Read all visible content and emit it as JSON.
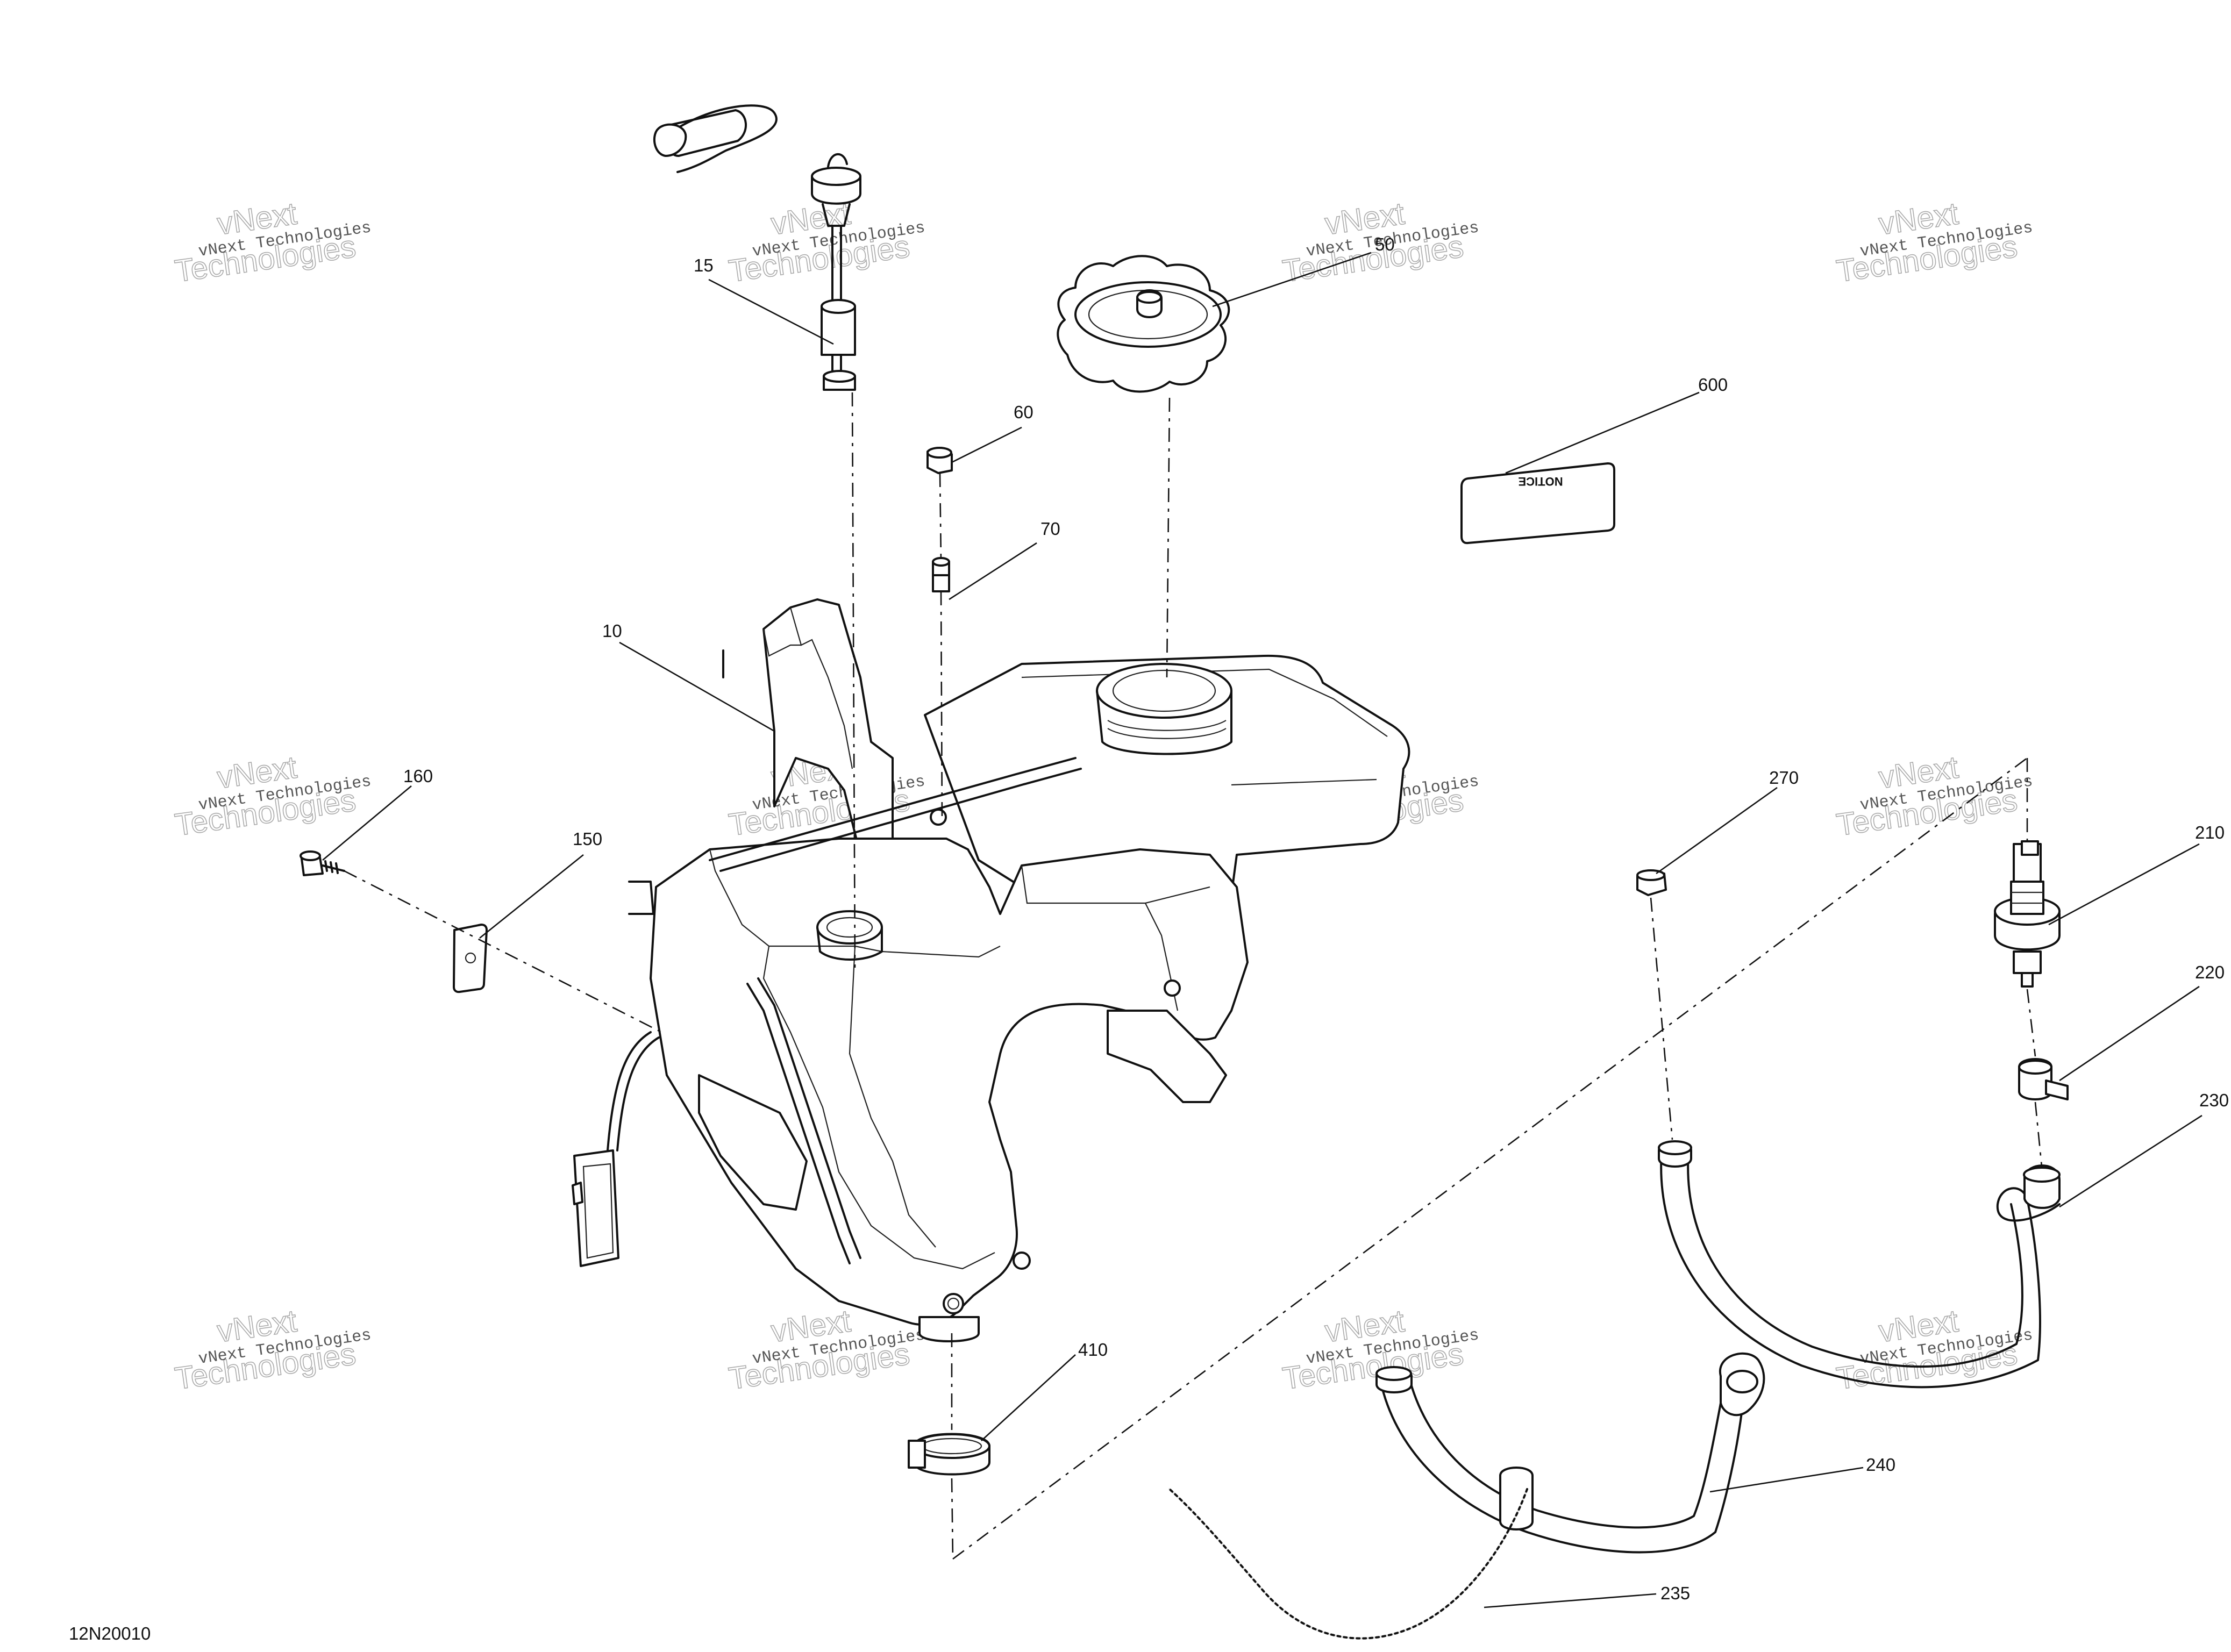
{
  "figure_id": "12N20010",
  "watermark": {
    "line1": "vNext Technologies",
    "line2": "vNext",
    "line3": "Technologies"
  },
  "decal_text": "NOTICE",
  "callouts": {
    "c10": "10",
    "c15": "15",
    "c50": "50",
    "c60": "60",
    "c70": "70",
    "c150": "150",
    "c160": "160",
    "c210": "210",
    "c220": "220",
    "c230": "230",
    "c235": "235",
    "c240": "240",
    "c270": "270",
    "c410": "410",
    "c600": "600"
  }
}
